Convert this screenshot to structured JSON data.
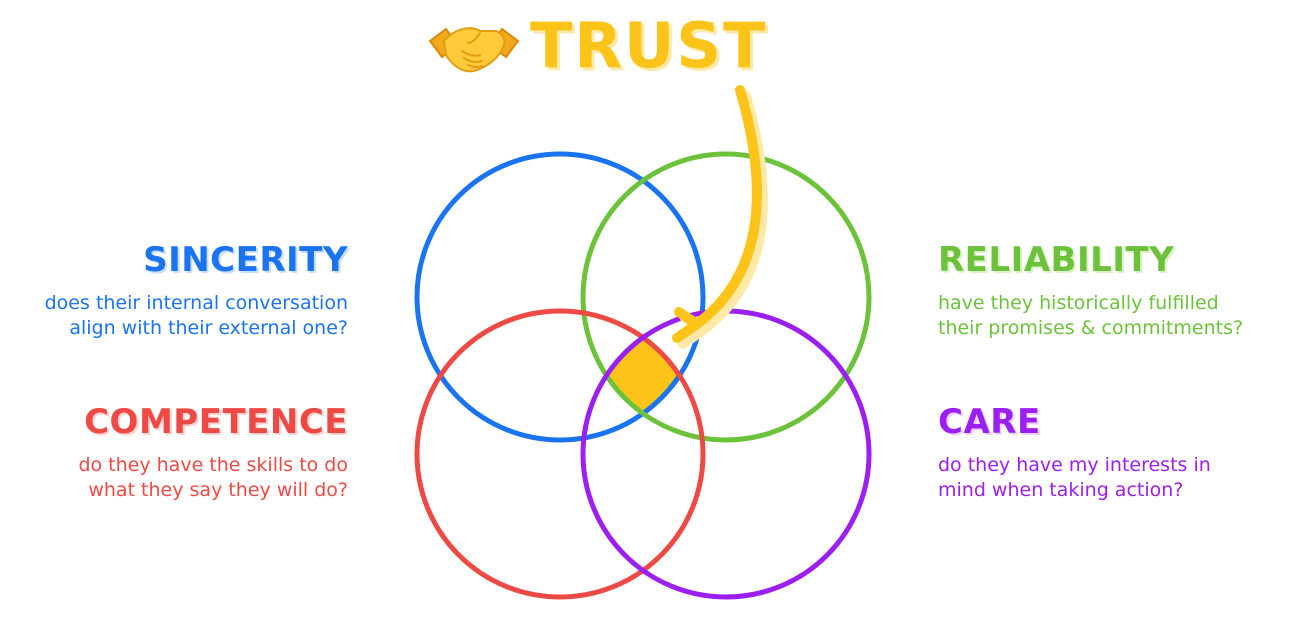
{
  "title": {
    "text": "TRUST",
    "icon": "handshake-icon"
  },
  "colors": {
    "sincerity": "#1a73f0",
    "reliability": "#6cc23a",
    "competence": "#ee4a45",
    "care": "#9b1ff0",
    "trust": "#fcc318"
  },
  "segments": {
    "sincerity": {
      "heading": "SINCERITY",
      "desc_line1": "does their internal conversation",
      "desc_line2": "align with their external one?"
    },
    "competence": {
      "heading": "COMPETENCE",
      "desc_line1": "do they have the skills to do",
      "desc_line2": "what they say they will do?"
    },
    "reliability": {
      "heading": "RELIABILITY",
      "desc_line1": "have they historically fulfilled",
      "desc_line2": "their promises & commitments?"
    },
    "care": {
      "heading": "CARE",
      "desc_line1": "do they have my interests in",
      "desc_line2": "mind when taking action?"
    }
  }
}
